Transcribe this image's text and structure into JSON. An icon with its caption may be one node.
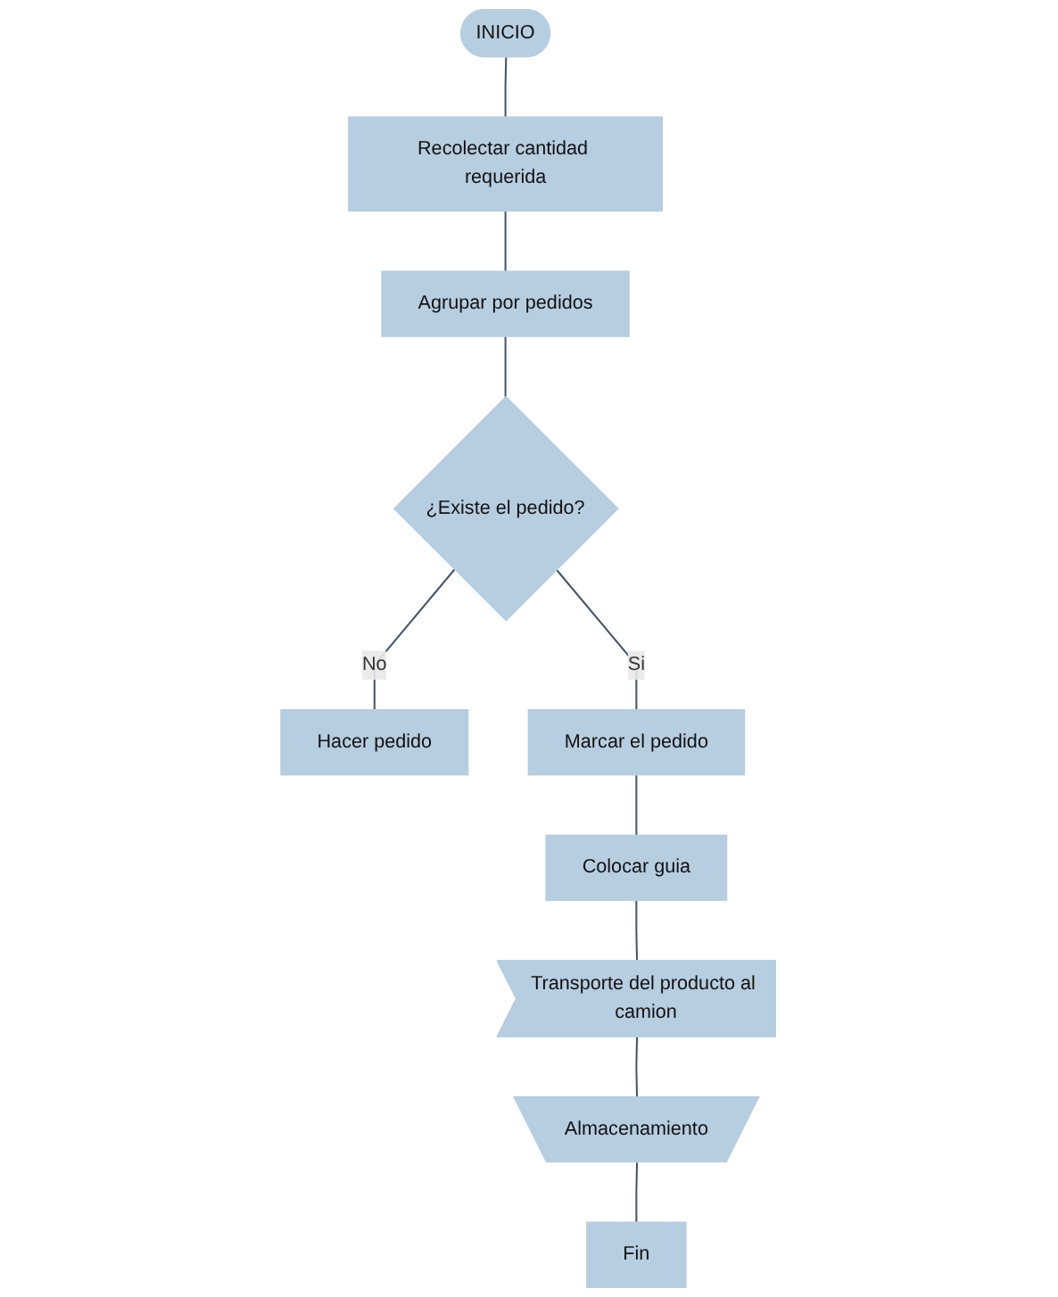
{
  "diagram": {
    "nodes": [
      {
        "text": [
          "INICIO"
        ]
      },
      {
        "text": [
          "Recolectar cantidad requerida"
        ]
      },
      {
        "text": [
          "Agrupar por pedidos"
        ]
      },
      {
        "text": [
          "¿Existe el pedido?"
        ]
      },
      {
        "text": [
          "Hacer pedido"
        ]
      },
      {
        "text": [
          "Marcar el pedido"
        ]
      },
      {
        "text": [
          "Colocar guia"
        ]
      },
      {
        "text": [
          "Transporte del producto al camion"
        ]
      },
      {
        "text": [
          "Almacenamiento"
        ]
      },
      {
        "text": [
          "Fin"
        ]
      }
    ],
    "edges": [
      {
        "from": 0,
        "to": 1,
        "arrow": "none"
      },
      {
        "from": 1,
        "to": 2,
        "arrow": "none"
      },
      {
        "from": 2,
        "to": 3,
        "arrow": "none"
      },
      {
        "from": 3,
        "to": 4,
        "label": "No",
        "arrow": "none"
      },
      {
        "from": 3,
        "to": 5,
        "label": "Si",
        "arrow": "none"
      },
      {
        "from": 5,
        "to": 6,
        "arrow": "none"
      },
      {
        "from": 6,
        "to": 7,
        "arrow": "none"
      },
      {
        "from": 7,
        "to": 8,
        "arrow": "none"
      },
      {
        "from": 8,
        "to": 9,
        "arrow": "none"
      }
    ]
  }
}
